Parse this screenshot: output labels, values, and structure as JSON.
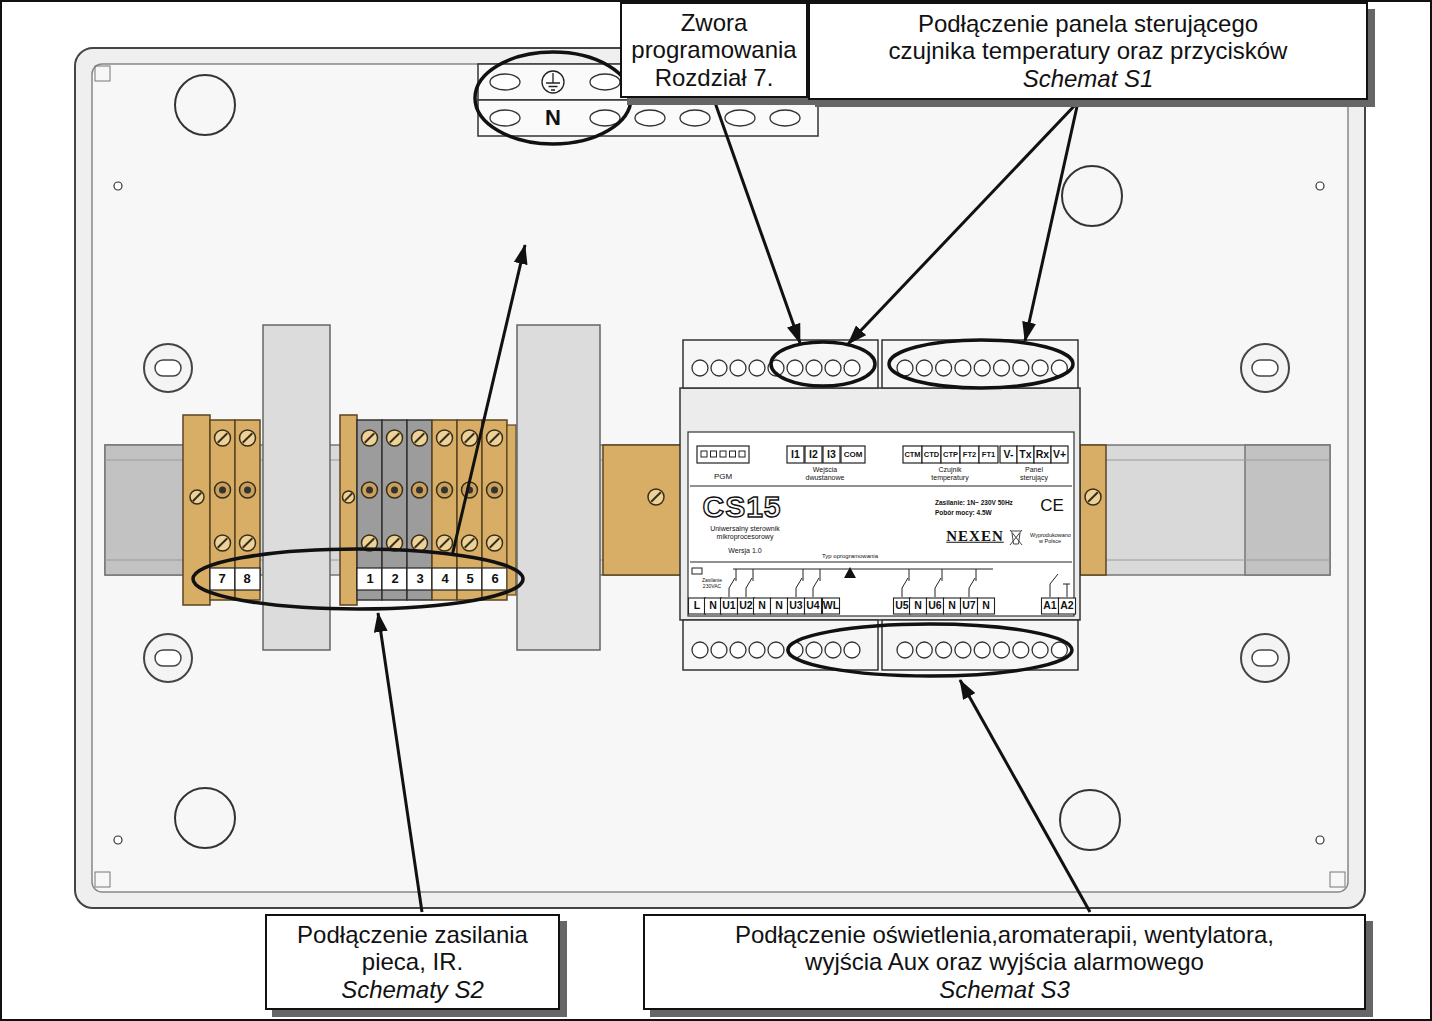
{
  "diagram": {
    "nodes": [
      {
        "text": [
          "Zwora programowania Rozdział 7."
        ]
      },
      {
        "text": [
          "Podłączenie panela sterującego czujnika temperatury oraz przycisków",
          "Schemat S1"
        ]
      },
      {
        "text": [
          "Podłączenie zasilania pieca, IR.",
          "Schematy S2"
        ]
      },
      {
        "text": [
          "Podłączenie oświetlenia,aromaterapii, wentylatora, wyjścia Aux oraz wyjścia alarmowego",
          "Schemat S3"
        ]
      }
    ],
    "labels": [
      "N",
      "7",
      "8",
      "1",
      "2",
      "3",
      "4",
      "5",
      "6",
      "PGM",
      "I1",
      "I2",
      "I3",
      "COM",
      "Wejścia dwustanowe",
      "CTM",
      "CTD",
      "CTP",
      "FT2",
      "FT1",
      "Czujnik temperatury",
      "V-",
      "Tx",
      "Rx",
      "V+",
      "Panel sterujący",
      "CS15",
      "Uniwersalny sterownik mikroprocesorowy",
      "Wersja 1.0",
      "Typ oprogramowania",
      "Zasilanie: 1N~ 230V 50Hz",
      "Pobór mocy: 4.5W",
      "CE",
      "NEXEN",
      "Wyprodukowano w Polsce",
      "Zasilanie 230VAC",
      "L",
      "N",
      "U1",
      "U2",
      "N",
      "N",
      "U3",
      "U4",
      "WL",
      "U5",
      "N",
      "U6",
      "N",
      "U7",
      "N",
      "A1",
      "A2"
    ]
  }
}
